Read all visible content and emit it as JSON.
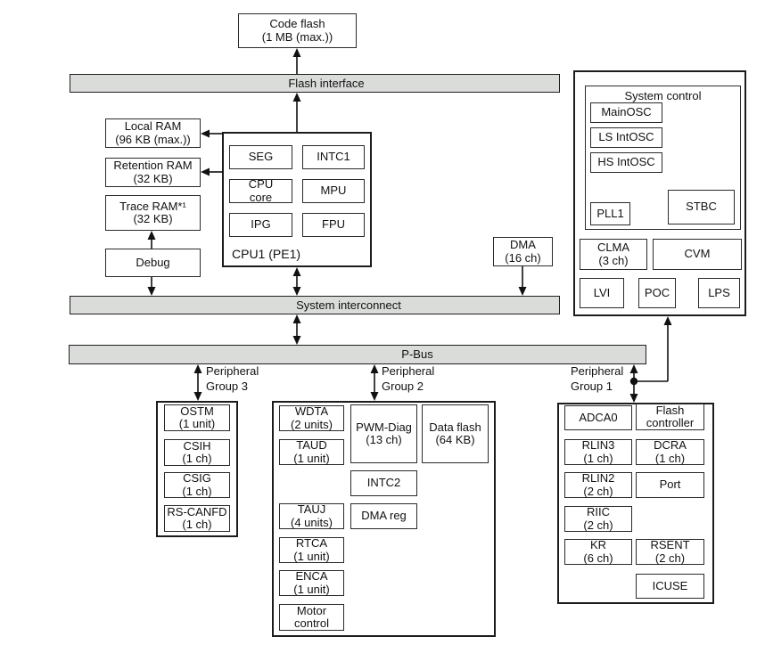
{
  "bars": {
    "flash_interface": "Flash interface",
    "system_interconnect": "System interconnect",
    "p_bus": "P-Bus"
  },
  "memory": {
    "code_flash": "Code flash\n(1 MB (max.))",
    "local_ram": "Local RAM\n(96 KB (max.))",
    "retention_ram": "Retention RAM\n(32 KB)",
    "trace_ram": "Trace RAM*¹\n(32 KB)"
  },
  "debug": "Debug",
  "dma": "DMA\n(16 ch)",
  "cpu1": {
    "label": "CPU1 (PE1)",
    "units": [
      "SEG",
      "INTC1",
      "CPU\ncore",
      "MPU",
      "IPG",
      "FPU"
    ]
  },
  "system_control": {
    "title": "System control",
    "oscillators": [
      "MainOSC",
      "LS IntOSC",
      "HS IntOSC"
    ],
    "pll": "PLL1",
    "stbc": "STBC",
    "clma": "CLMA\n(3 ch)",
    "cvm": "CVM",
    "lvi": "LVI",
    "poc": "POC",
    "lps": "LPS"
  },
  "peripheral_groups": {
    "group3": {
      "label": "Peripheral\nGroup 3",
      "items": [
        "OSTM\n(1 unit)",
        "CSIH\n(1 ch)",
        "CSIG\n(1 ch)",
        "RS-CANFD\n(1 ch)"
      ]
    },
    "group2": {
      "label": "Peripheral\nGroup 2",
      "items": [
        "WDTA\n(2 units)",
        "TAUD\n(1 unit)",
        "PWM-Diag\n(13 ch)",
        "Data flash\n(64 KB)",
        "INTC2",
        "TAUJ\n(4 units)",
        "DMA reg",
        "RTCA\n(1 unit)",
        "ENCA\n(1 unit)",
        "Motor\ncontrol"
      ]
    },
    "group1": {
      "label": "Peripheral\nGroup 1",
      "items": [
        "ADCA0",
        "Flash\ncontroller",
        "RLIN3\n(1 ch)",
        "DCRA\n(1 ch)",
        "RLIN2\n(2 ch)",
        "Port",
        "RIIC\n(2 ch)",
        "KR\n(6 ch)",
        "RSENT\n(2 ch)",
        "ICUSE"
      ]
    }
  },
  "colors": {
    "bar_fill": "#dadcda",
    "line": "#111111",
    "box_border": "#2a2a2a",
    "background": "#ffffff"
  }
}
